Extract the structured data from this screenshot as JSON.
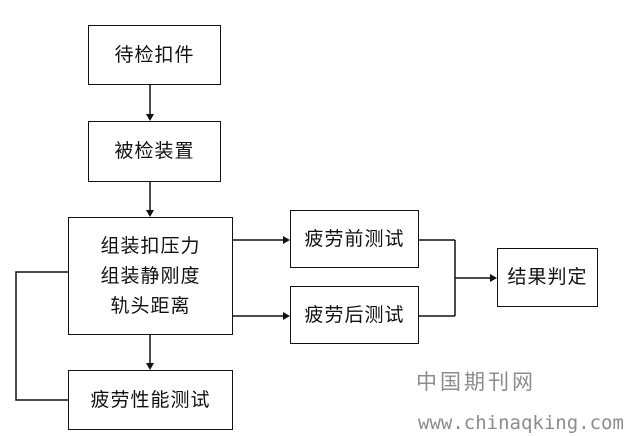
{
  "nodes": {
    "fastener_to_inspect": "待检扣件",
    "inspection_device": "被检装置",
    "assembly_checks": [
      "组装扣压力",
      "组装静刚度",
      "轨头距离"
    ],
    "pre_fatigue_test": "疲劳前测试",
    "post_fatigue_test": "疲劳后测试",
    "result_judgement": "结果判定",
    "fatigue_performance_test": "疲劳性能测试"
  },
  "watermark": {
    "name": "中国期刊网",
    "url": "www.chinaqking.com"
  },
  "colors": {
    "line": "#111111",
    "watermark": "#8c8c8c"
  }
}
